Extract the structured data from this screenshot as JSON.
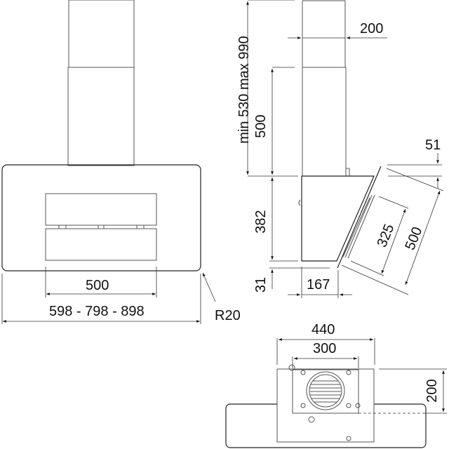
{
  "front_view": {
    "width_label": "598 - 798 - 898",
    "inner_width_label": "500",
    "radius_label": "R20"
  },
  "side_view": {
    "chimney_height_label": "min 530 max 990",
    "chimney_depth_label": "200",
    "lower_chimney_label": "500",
    "body_height_label": "382",
    "bottom_offset_label": "31",
    "body_depth_label": "167",
    "panel_top_offset_label": "51",
    "panel_inner_label": "325",
    "panel_length_label": "500"
  },
  "top_view": {
    "outer_width_label": "440",
    "outlet_width_label": "300",
    "depth_label": "200"
  },
  "colors": {
    "line": "#555555",
    "text": "#111111",
    "background": "#ffffff"
  }
}
